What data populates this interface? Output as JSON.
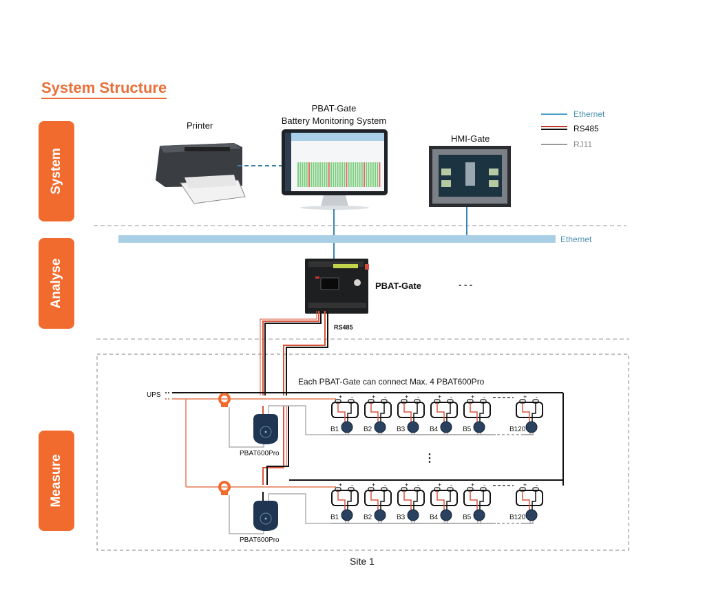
{
  "title": "System Structure",
  "tiers": [
    {
      "label": "System"
    },
    {
      "label": "Analyse"
    },
    {
      "label": "Measure"
    }
  ],
  "devices": {
    "printer": "Printer",
    "bms_line1": "PBAT-Gate",
    "bms_line2": "Battery Monitoring System",
    "hmi": "HMI-Gate",
    "gate": "PBAT-Gate",
    "gate_more": "- - -",
    "rs485_label": "RS485",
    "monitor1": "PBAT600Pro",
    "monitor2": "PBAT600Pro"
  },
  "legend": [
    {
      "label": "Ethernet",
      "color": "#4aa0c8",
      "text_color": "#4a90b0"
    },
    {
      "label": "RS485",
      "color": "#c0392b",
      "color2": "#111111",
      "text_color": "#111111"
    },
    {
      "label": "RJ11",
      "color": "#9a9a9a",
      "text_color": "#8a8a8a"
    }
  ],
  "ethernet_bus_label": "Ethernet",
  "note": "Each PBAT-Gate can connect Max. 4 PBAT600Pro",
  "ups_label": "UPS",
  "batteries": [
    "B1",
    "B2",
    "B3",
    "B4",
    "B5",
    "B120"
  ],
  "ellipsis_vertical": "⋮",
  "site_label": "Site 1",
  "colors": {
    "accent": "#f26b2e",
    "ethernet_bus": "#a9cfe6",
    "rs485_red": "#d9543a",
    "wire_black": "#111111",
    "rj11_gray": "#9a9a9a"
  }
}
